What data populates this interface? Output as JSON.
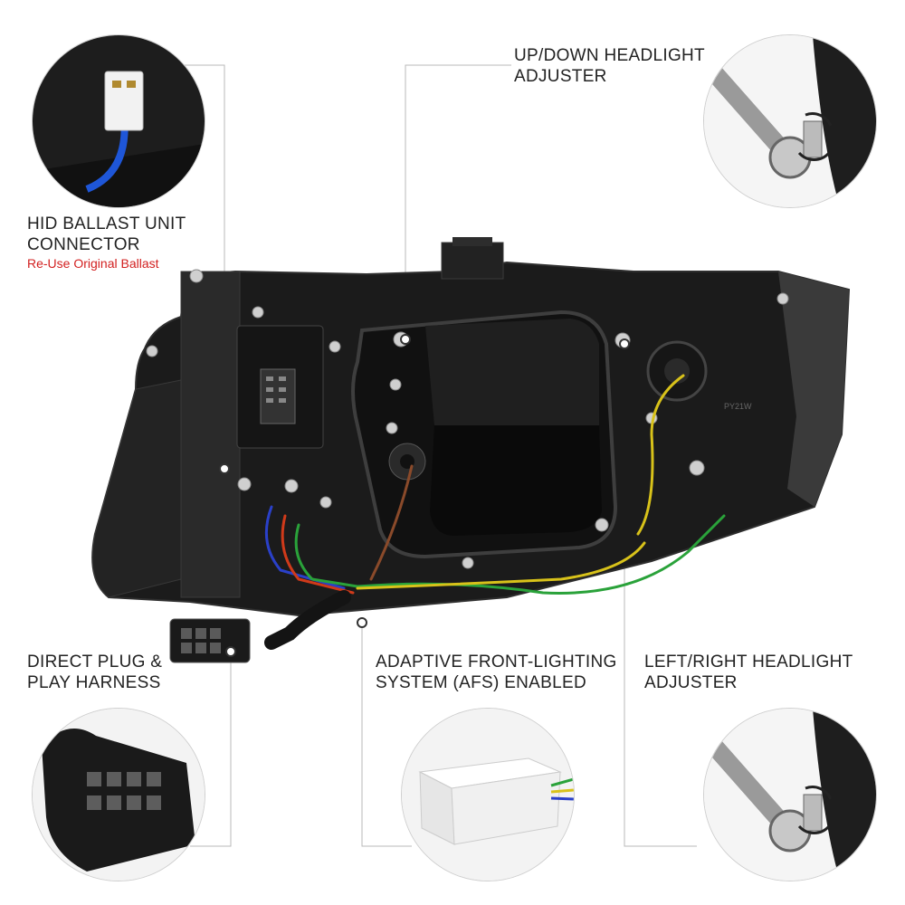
{
  "callouts": {
    "ballast": {
      "line1": "HID BALLAST UNIT",
      "line2": "CONNECTOR",
      "note": "Re-Use Original Ballast"
    },
    "updown": {
      "line1": "UP/DOWN HEADLIGHT",
      "line2": "ADJUSTER"
    },
    "harness": {
      "line1": "DIRECT PLUG &",
      "line2": "PLAY HARNESS"
    },
    "afs": {
      "line1": "ADAPTIVE FRONT-LIGHTING",
      "line2": "SYSTEM (AFS) ENABLED"
    },
    "leftright": {
      "line1": "LEFT/RIGHT HEADLIGHT",
      "line2": "ADJUSTER"
    }
  },
  "bulb_marking": "PY21W",
  "colors": {
    "accent_note": "#d21f1f",
    "housing": "#1c1c1c",
    "leader": "#b8b8b8"
  }
}
